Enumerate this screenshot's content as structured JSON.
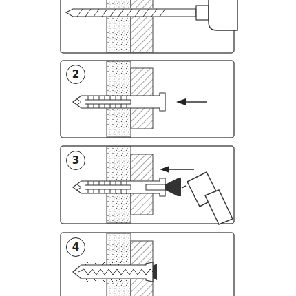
{
  "diagram": {
    "nodes": [
      {
        "text": [
          "2"
        ]
      },
      {
        "text": [
          "3"
        ]
      },
      {
        "text": [
          "4"
        ]
      }
    ]
  }
}
